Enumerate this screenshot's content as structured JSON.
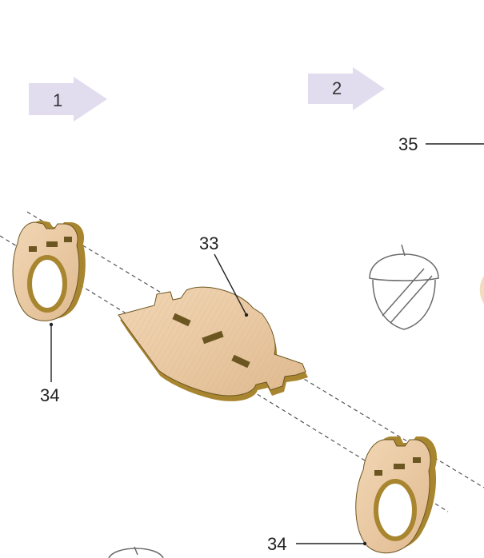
{
  "steps": [
    {
      "label": "1"
    },
    {
      "label": "2"
    }
  ],
  "callouts": {
    "part_33": "33",
    "part_34_left": "34",
    "part_34_bottom": "34",
    "part_35": "35"
  },
  "colors": {
    "step_arrow": "#e2dcef",
    "wood_face": "#e9c9a3",
    "wood_edge": "#a8852f",
    "wood_edge_dark": "#6b5520",
    "leader_line": "#222222",
    "dashed_axis": "#555555",
    "icon_outline": "#6b6b6b"
  },
  "icons": {
    "acorn": "acorn-icon"
  }
}
